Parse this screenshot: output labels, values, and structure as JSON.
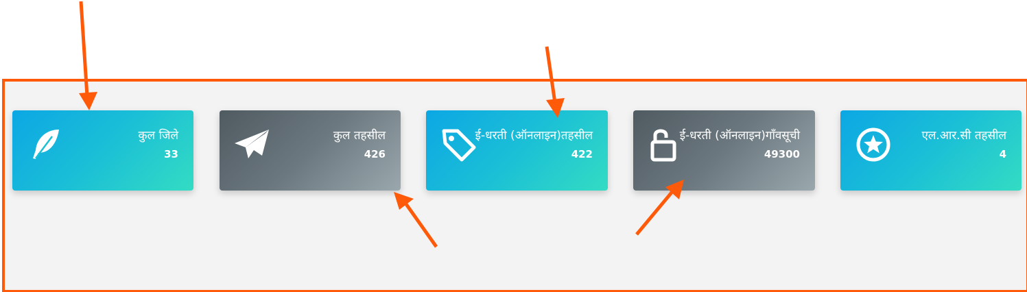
{
  "colors": {
    "annotation": "#ff5a0a",
    "panel_bg": "#f3f3f3",
    "teal_start": "#0ca7e4",
    "teal_end": "#33dcc3",
    "dark_start": "#4f5a61",
    "dark_end": "#9aa8ae"
  },
  "cards": [
    {
      "title": "कुल जिले",
      "value": "33",
      "icon": "feather-icon",
      "style": "teal"
    },
    {
      "title": "कुल तहसील",
      "value": "426",
      "icon": "paper-plane-icon",
      "style": "dark"
    },
    {
      "title": "ई-धरती (ऑनलाइन)तहसील",
      "value": "422",
      "icon": "tag-icon",
      "style": "teal"
    },
    {
      "title": "ई-धरती (ऑनलाइन)गाँवसूची",
      "value": "49300",
      "icon": "unlock-icon",
      "style": "dark"
    },
    {
      "title": "एल.आर.सी तहसील",
      "value": "4",
      "icon": "star-circle-icon",
      "style": "teal"
    }
  ]
}
